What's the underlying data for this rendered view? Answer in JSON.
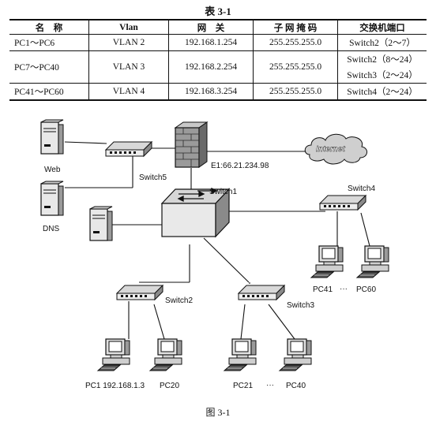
{
  "table": {
    "caption": "表 3-1",
    "headers": [
      "名　称",
      "Vlan",
      "网　关",
      "子 网 掩 码",
      "交换机端口"
    ],
    "rows": [
      {
        "name": "PC1～PC6",
        "vlan": "VLAN 2",
        "gateway": "192.168.1.254",
        "mask": "255.255.255.0",
        "ports": [
          "Switch2（2～7）"
        ]
      },
      {
        "name": "PC7～PC40",
        "vlan": "VLAN 3",
        "gateway": "192.168.2.254",
        "mask": "255.255.255.0",
        "ports": [
          "Switch2（8～24）",
          "Switch3（2～24）"
        ]
      },
      {
        "name": "PC41～PC60",
        "vlan": "VLAN 4",
        "gateway": "192.168.3.254",
        "mask": "255.255.255.0",
        "ports": [
          "Switch4（2～24）"
        ]
      }
    ]
  },
  "diagram": {
    "labels": {
      "web": "Web",
      "dns": "DNS",
      "switch5": "Switch5",
      "switch1": "Switch1",
      "firewall_if": "E1:66.21.234.98",
      "internet": "Internet",
      "switch4": "Switch4",
      "switch2": "Switch2",
      "switch3": "Switch3",
      "pc41": "PC41",
      "pc60": "PC60",
      "pc1": "PC1 192.168.1.3",
      "pc20": "PC20",
      "pc21": "PC21",
      "pc40": "PC40",
      "ellipsis": "···"
    }
  },
  "figure_caption": "图 3-1"
}
